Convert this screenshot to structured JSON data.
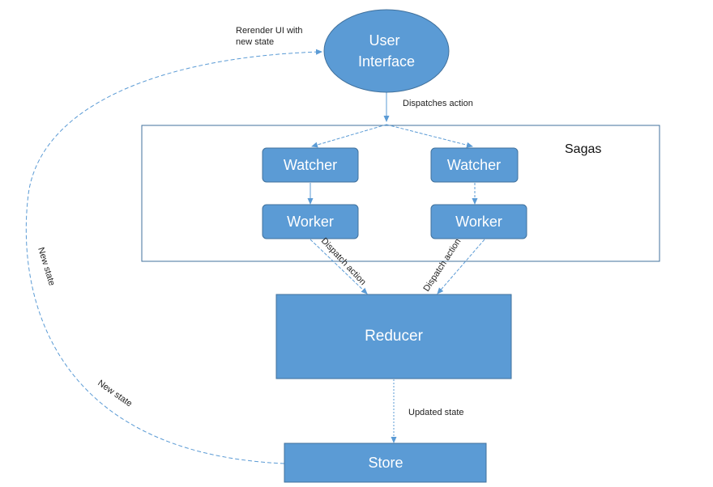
{
  "colors": {
    "node_fill": "#5b9bd5",
    "node_stroke": "#41719c",
    "edge": "#5b9bd5",
    "group_border": "#41719c"
  },
  "nodes": {
    "user_interface": {
      "line1": "User",
      "line2": "Interface"
    },
    "watcher_left": "Watcher",
    "watcher_right": "Watcher",
    "worker_left": "Worker",
    "worker_right": "Worker",
    "reducer": "Reducer",
    "store": "Store"
  },
  "groups": {
    "sagas": "Sagas"
  },
  "edges": {
    "dispatches_action": "Dispatches action",
    "dispatch_action_left": "Dispatch action",
    "dispatch_action_right": "Dispatch action",
    "updated_state": "Updated state",
    "new_state_upper": "New state",
    "new_state_lower": "New state",
    "rerender_line1": "Rerender UI with",
    "rerender_line2": "new state"
  }
}
